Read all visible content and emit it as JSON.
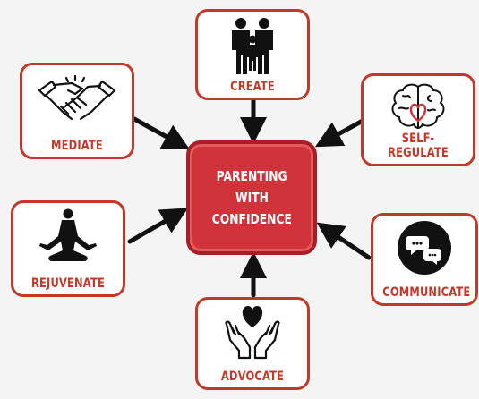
{
  "center": {
    "lines": [
      "PARENTING",
      "WITH",
      "CONFIDENCE"
    ]
  },
  "nodes": {
    "create": "CREATE",
    "mediate": "MEDIATE",
    "self_regulate": "SELF-REGULATE",
    "rejuvenate": "REJUVENATE",
    "communicate": "COMMUNICATE",
    "advocate": "ADVOCATE"
  },
  "colors": {
    "accent": "#c0392b",
    "center_fill": "#d0343a",
    "arrow": "#111111"
  }
}
